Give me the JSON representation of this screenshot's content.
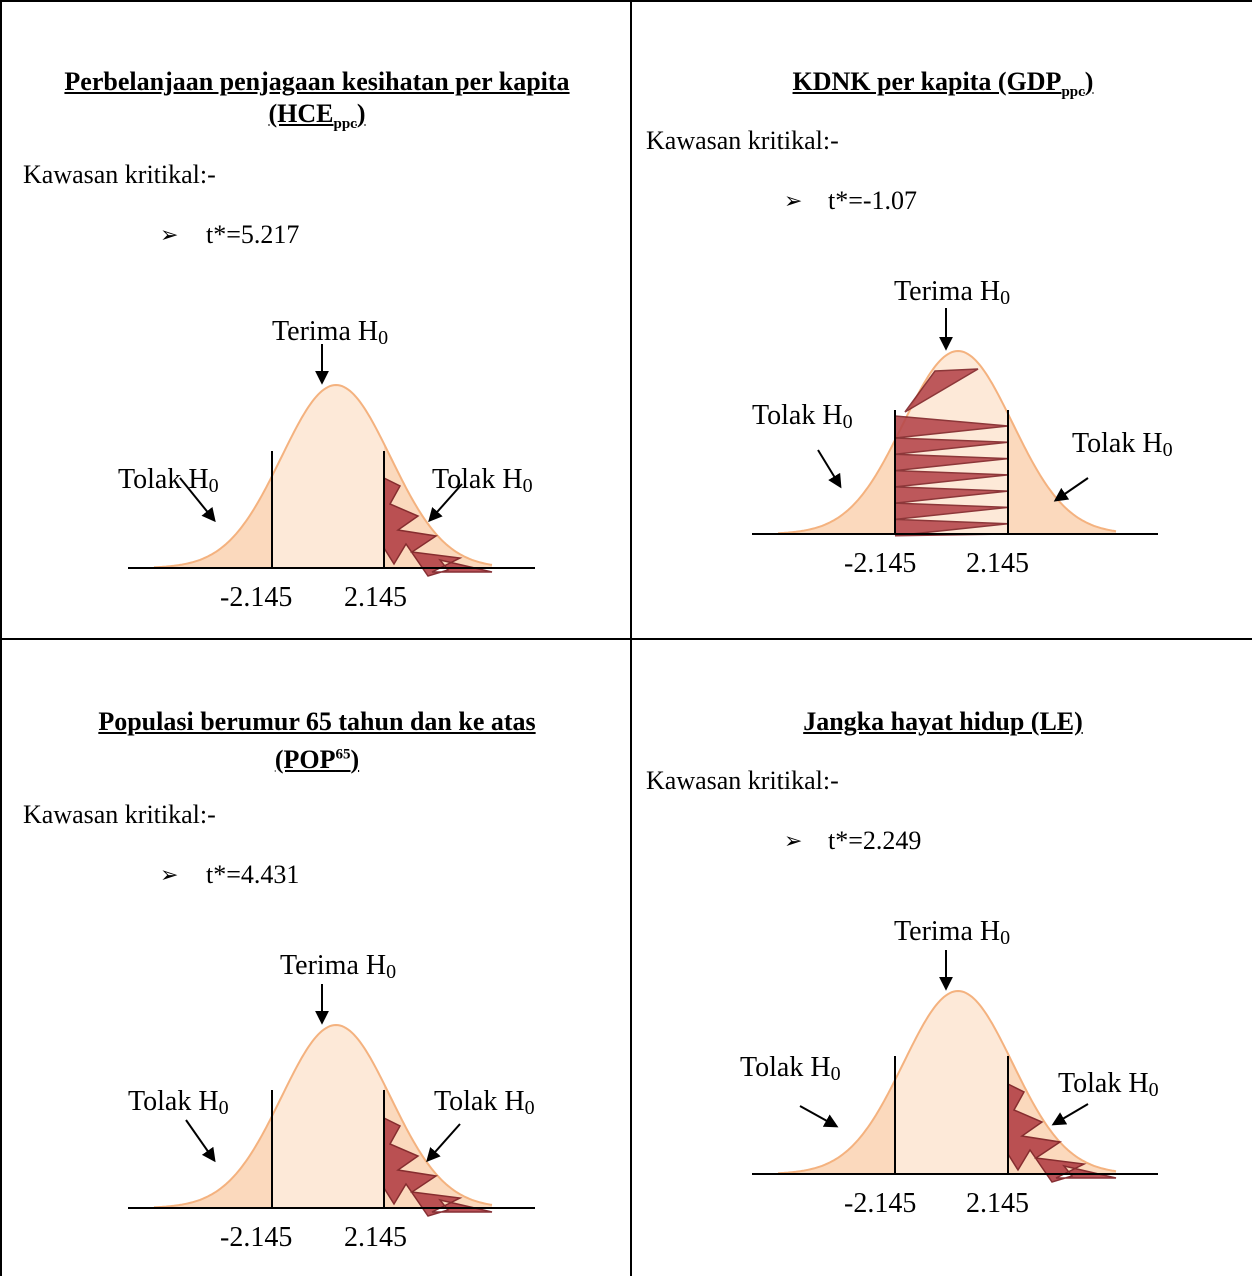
{
  "panels": [
    {
      "title_main": "Perbelanjaan penjagaan kesihatan per kapita",
      "title_line2": "(HCE",
      "title_script": "ppc",
      "title_end": ")",
      "kawasan": "Kawasan kritikal:-",
      "tstat": "t*=5.217",
      "terima": "Terima H",
      "tolak_left": "Tolak H",
      "tolak_right": "Tolak H",
      "sub": "0",
      "crit_left": "-2.145",
      "crit_right": "2.145"
    },
    {
      "title_main": "KDNK per kapita (GDP",
      "title_script": "ppc",
      "title_end": ")",
      "kawasan": "Kawasan kritikal:-",
      "tstat": "t*=-1.07",
      "terima": "Terima H",
      "tolak_left": "Tolak H",
      "tolak_right": "Tolak H",
      "sub": "0",
      "crit_left": "-2.145",
      "crit_right": "2.145"
    },
    {
      "title_main": "Populasi berumur 65 tahun dan ke atas",
      "title_line2": "(POP",
      "title_script": "65",
      "title_end": ")",
      "kawasan": "Kawasan kritikal:-",
      "tstat": "t*=4.431",
      "terima": "Terima H",
      "tolak_left": "Tolak H",
      "tolak_right": "Tolak H",
      "sub": "0",
      "crit_left": "-2.145",
      "crit_right": "2.145"
    },
    {
      "title_main": "Jangka hayat hidup (LE)",
      "kawasan": "Kawasan kritikal:-",
      "tstat": "t*=2.249",
      "terima": "Terima H",
      "tolak_left": "Tolak H",
      "tolak_right": "Tolak H",
      "sub": "0",
      "crit_left": "-2.145",
      "crit_right": "2.145"
    }
  ],
  "bullet_glyph": "➢",
  "colors": {
    "curve_fill": "#fbd9bd",
    "curve_stroke": "#f4b27f",
    "shade": "#b5454a",
    "shade_edge": "#7d1f24"
  }
}
